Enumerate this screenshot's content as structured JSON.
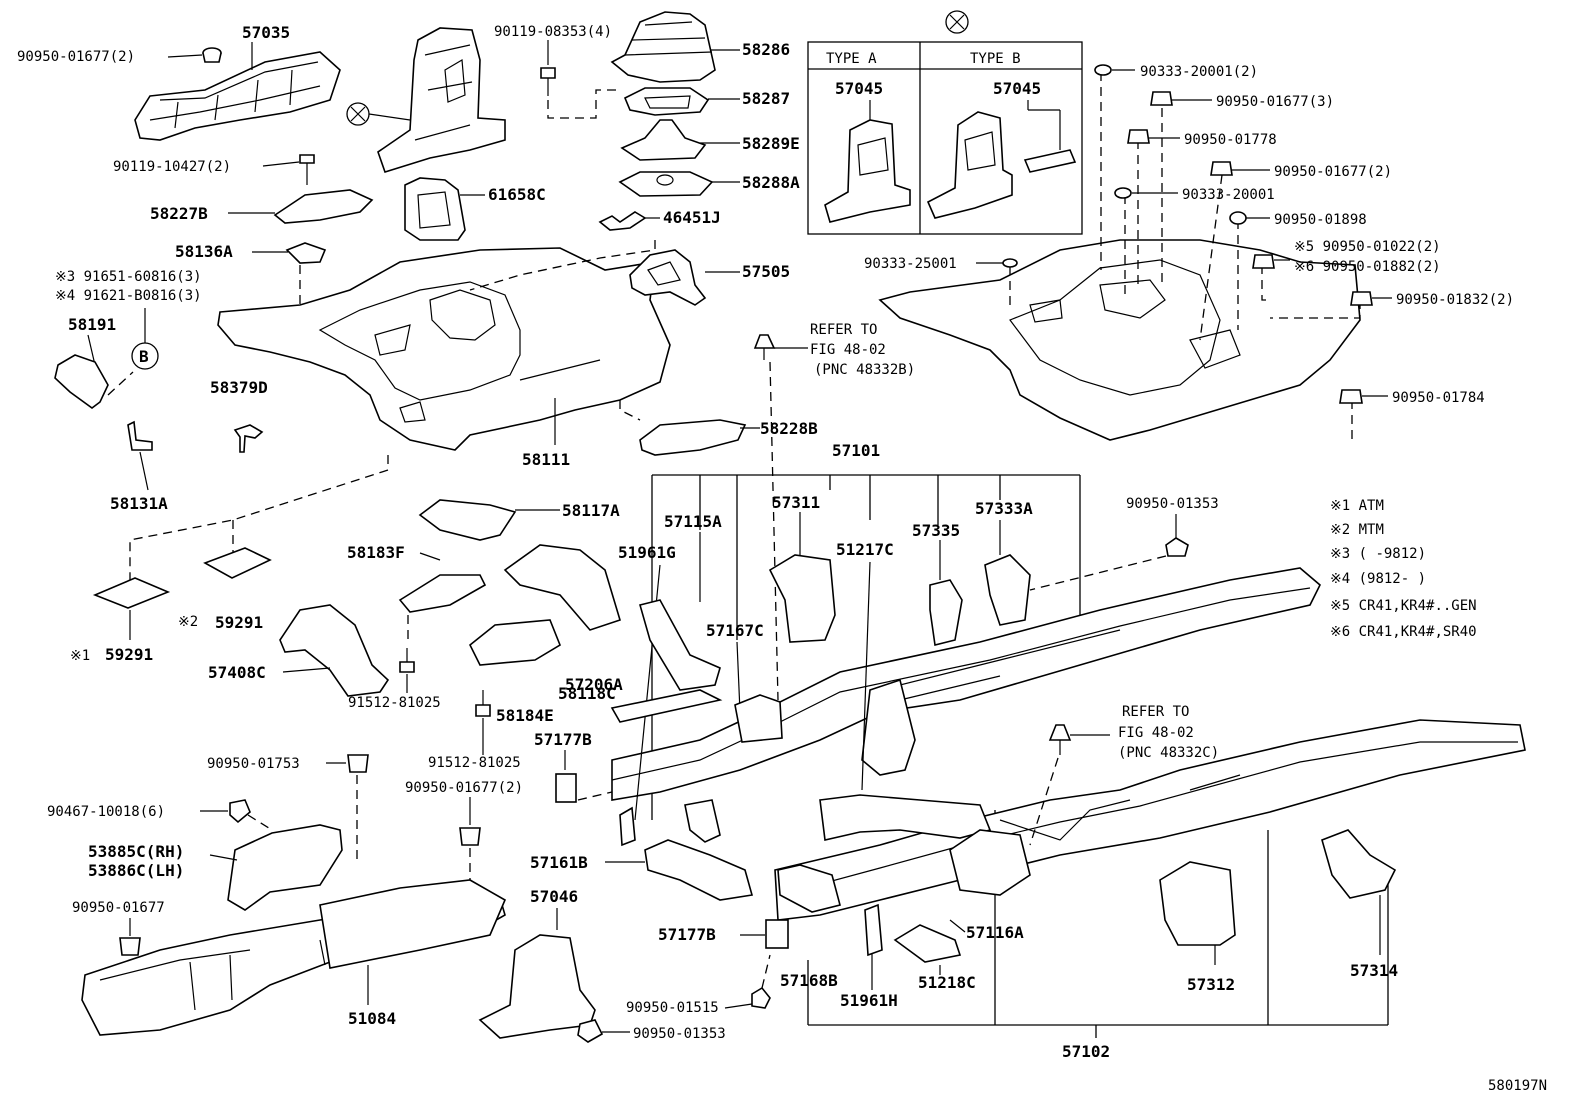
{
  "diagram_id": "580197N",
  "labels": {
    "p57035": "57035",
    "p90950_01677_2a": "90950-01677(2)",
    "p90119_10427": "90119-10427(2)",
    "p58227B": "58227B",
    "p61658C": "61658C",
    "p58136A": "58136A",
    "p91651": "※3 91651-60816(3)",
    "p91621": "※4 91621-B0816(3)",
    "p58191": "58191",
    "circleB": "B",
    "p58379D": "58379D",
    "p58111": "58111",
    "p58131A": "58131A",
    "p90119_08353": "90119-08353(4)",
    "p58286": "58286",
    "p58287": "58287",
    "p58289E": "58289E",
    "p58288A": "58288A",
    "p46451J": "46451J",
    "p57505": "57505",
    "p58228B": "58228B",
    "refer1_a": "REFER TO",
    "refer1_b": "FIG 48-02",
    "refer1_c": "(PNC 48332B)",
    "typeA": "TYPE A",
    "typeB": "TYPE B",
    "p57045a": "57045",
    "p57045b": "57045",
    "p90333_20001_2": "90333-20001(2)",
    "p90950_01677_3": "90950-01677(3)",
    "p90950_01778": "90950-01778",
    "p90950_01677_2b": "90950-01677(2)",
    "p90333_20001": "90333-20001",
    "p90950_01898": "90950-01898",
    "p90333_25001": "90333-25001",
    "p90950_01022": "※5 90950-01022(2)",
    "p90950_01882": "※6 90950-01882(2)",
    "p90950_01832": "90950-01832(2)",
    "p90950_01784": "90950-01784",
    "p57101": "57101",
    "p58117A": "58117A",
    "p57115A": "57115A",
    "p57311": "57311",
    "p51961G": "51961G",
    "p51217C": "51217C",
    "p57335": "57335",
    "p57333A": "57333A",
    "p90950_01353a": "90950-01353",
    "p58183F": "58183F",
    "p59291a": "59291",
    "mark2": "※2",
    "p59291b": "59291",
    "mark1": "※1",
    "p57408C": "57408C",
    "p57206A": "57206A",
    "p58118C": "58118C",
    "p57167C": "57167C",
    "p91512a": "91512-81025",
    "p58184E": "58184E",
    "p91512b": "91512-81025",
    "p57177Ba": "57177B",
    "p90950_01753": "90950-01753",
    "p90950_01677_2c": "90950-01677(2)",
    "p90467": "90467-10018(6)",
    "p53885C": "53885C(RH)",
    "p53886C": "53886C(LH)",
    "p90950_01677": "90950-01677",
    "p57161B": "57161B",
    "p57046": "57046",
    "p57177Bb": "57177B",
    "p51084": "51084",
    "p90950_01515": "90950-01515",
    "p90950_01353b": "90950-01353",
    "p57168B": "57168B",
    "p51961H": "51961H",
    "p51218C": "51218C",
    "p57116A": "57116A",
    "p57312": "57312",
    "p57314": "57314",
    "p57102": "57102",
    "refer2_a": "REFER TO",
    "refer2_b": "FIG 48-02",
    "refer2_c": "(PNC 48332C)"
  },
  "legend": [
    "※1 ATM",
    "※2 MTM",
    "※3 (      -9812)",
    "※4 (9812-      )",
    "※5 CR41,KR4#..GEN",
    "※6 CR41,KR4#,SR40"
  ]
}
